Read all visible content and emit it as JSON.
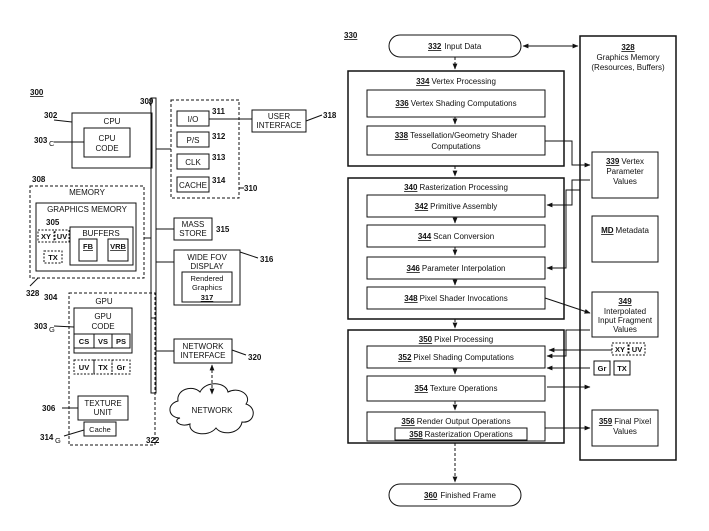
{
  "left": {
    "fig": "300",
    "cpu": {
      "ref": "302",
      "title": "CPU",
      "code1": "CPU",
      "code2": "CODE",
      "code_ref": "303",
      "code_sub": "C"
    },
    "bus_ref": "309",
    "io": {
      "label": "I/O",
      "ref": "311"
    },
    "ps": {
      "label": "P/S",
      "ref": "312"
    },
    "clk": {
      "label": "CLK",
      "ref": "313"
    },
    "cache": {
      "label": "CACHE",
      "ref": "314"
    },
    "support_ref": "310",
    "ui": {
      "line1": "USER",
      "line2": "INTERFACE",
      "ref": "318"
    },
    "memory": {
      "ref": "308",
      "title": "MEMORY",
      "gm": "GRAPHICS MEMORY",
      "gm_ref": "305",
      "buffers": "BUFFERS",
      "xy": "XY",
      "uv": "UV",
      "tx": "TX",
      "fb": "FB",
      "vrb": "VRB",
      "ref2": "328"
    },
    "mass": {
      "line1": "MASS",
      "line2": "STORE",
      "ref": "315"
    },
    "display": {
      "line1": "WIDE FOV",
      "line2": "DISPLAY",
      "inner1": "Rendered",
      "inner2": "Graphics",
      "inner_ref": "317",
      "ref": "316"
    },
    "gpu": {
      "ref": "304",
      "title": "GPU",
      "code1": "GPU",
      "code2": "CODE",
      "code_ref": "303",
      "code_sub": "G",
      "cs": "CS",
      "vs": "VS",
      "ps": "PS",
      "uv": "UV",
      "tx": "TX",
      "gr": "Gr",
      "tu1": "TEXTURE",
      "tu2": "UNIT",
      "tu_ref": "306",
      "cache": "Cache",
      "cache_ref": "314",
      "cache_sub": "G"
    },
    "net_if": {
      "line1": "NETWORK",
      "line2": "INTERFACE",
      "ref": "320"
    },
    "network": {
      "label": "NETWORK",
      "ref": "322"
    }
  },
  "right": {
    "fig": "330",
    "input": {
      "ref": "332",
      "label": "Input Data"
    },
    "gmem": {
      "ref": "328",
      "line1": "Graphics Memory",
      "line2": "(Resources, Buffers)"
    },
    "vertex": {
      "ref": "334",
      "label": "Vertex Processing"
    },
    "vsc": {
      "ref": "336",
      "label": "Vertex Shading Computations"
    },
    "tess": {
      "ref": "338",
      "line1": "Tessellation/Geometry Shader",
      "line2": "Computations"
    },
    "vpv": {
      "ref": "339",
      "line1": "Vertex",
      "line2": "Parameter",
      "line3": "Values"
    },
    "raster": {
      "ref": "340",
      "label": "Rasterization Processing"
    },
    "prim": {
      "ref": "342",
      "label": "Primitive Assembly"
    },
    "scan": {
      "ref": "344",
      "label": "Scan Conversion"
    },
    "interp": {
      "ref": "346",
      "label": "Parameter Interpolation"
    },
    "psi": {
      "ref": "348",
      "label": "Pixel Shader Invocations"
    },
    "meta": {
      "ref": "MD",
      "label": "Metadata"
    },
    "iif": {
      "ref": "349",
      "line1": "Interpolated",
      "line2": "Input Fragment",
      "line3": "Values"
    },
    "pixel": {
      "ref": "350",
      "label": "Pixel Processing"
    },
    "psc": {
      "ref": "352",
      "label": "Pixel Shading Computations"
    },
    "texop": {
      "ref": "354",
      "label": "Texture Operations"
    },
    "rop": {
      "ref": "356",
      "label": "Render Output Operations"
    },
    "rast": {
      "ref": "358",
      "label": "Rasterization Operations"
    },
    "fpv": {
      "ref": "359",
      "line1": "Final Pixel",
      "line2": "Values"
    },
    "xy": "XY",
    "uv": "UV",
    "gr": "Gr",
    "tx": "TX",
    "finished": {
      "ref": "360",
      "label": "Finished Frame"
    }
  }
}
